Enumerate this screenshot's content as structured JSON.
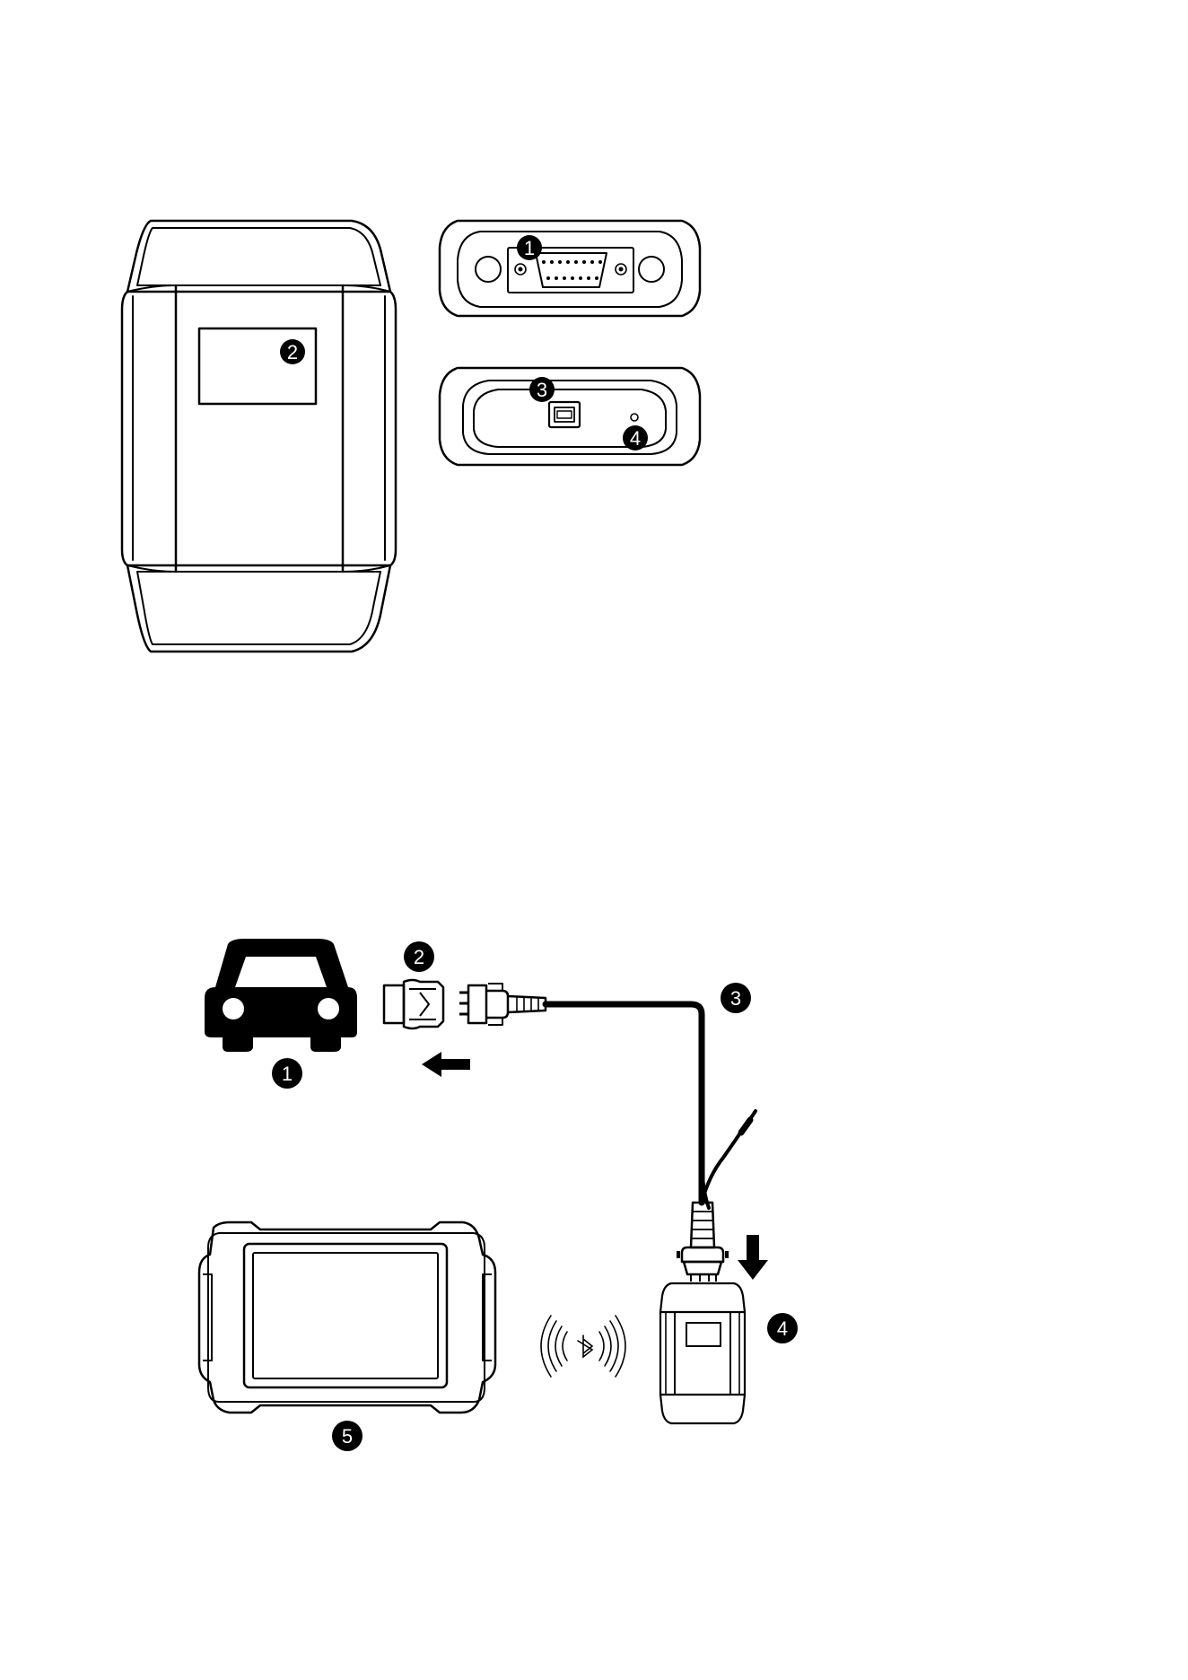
{
  "figure1": {
    "callouts": {
      "front_panel": "2",
      "obd_port": "1",
      "usb_port": "3",
      "indicator_led": "4"
    }
  },
  "figure2": {
    "callouts": {
      "vehicle": "1",
      "obd_adapter": "2",
      "main_cable": "3",
      "vci_box": "4",
      "tablet": "5"
    },
    "icons": {
      "wireless": "bluetooth-icon",
      "direction": "arrow-icon"
    }
  },
  "colors": {
    "ink": "#000000",
    "paper": "#ffffff"
  }
}
